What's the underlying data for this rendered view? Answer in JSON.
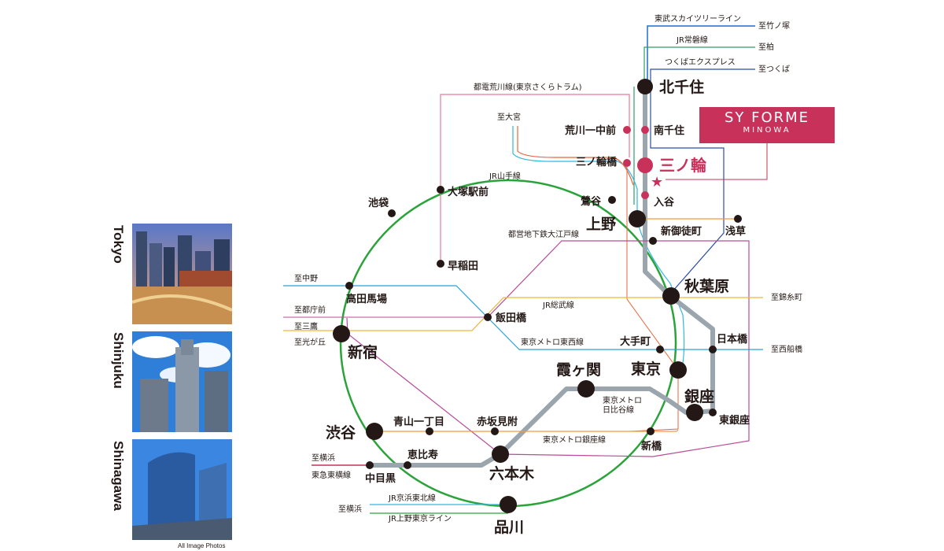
{
  "logo": {
    "brand": "SY FORME",
    "sub": "MINOWA"
  },
  "credit": "All Image Photos",
  "photos": [
    {
      "label": "Tokyo"
    },
    {
      "label": "Shinjuku"
    },
    {
      "label": "Shinagawa"
    }
  ],
  "lines": {
    "tobu": "東武スカイツリーライン",
    "joban": "JR常磐線",
    "tsukuba": "つくばエクスプレス",
    "arakawa": "都電荒川線(東京さくらトラム)",
    "yamanote": "JR山手線",
    "oedo": "都営地下鉄大江戸線",
    "sobu": "JR総武線",
    "tozai": "東京メトロ東西線",
    "hibiya": "東京メトロ\n日比谷線",
    "ginza": "東京メトロ銀座線",
    "toyoko": "東急東横線",
    "keihin": "JR京浜東北線",
    "ueno_tokyo": "JR上野東京ライン"
  },
  "destinations": {
    "takenotsuka": "至竹ノ塚",
    "kashiwa": "至柏",
    "tsukuba": "至つくば",
    "omiya": "至大宮",
    "nakano": "至中野",
    "tochomae": "至都庁前",
    "mitaka": "至三鷹",
    "hikarigaoka": "至光が丘",
    "yokohama1": "至横浜",
    "yokohama2": "至横浜",
    "kinshicho": "至錦糸町",
    "nishifunabashi": "至西船橋"
  },
  "stations": {
    "kitasenju": "北千住",
    "arakawa_itchu": "荒川一中前",
    "minamisenju": "南千住",
    "minowabashi": "三ノ輪橋",
    "minowa": "三ノ輪",
    "iriya": "入谷",
    "uguisudani": "鶯谷",
    "ueno": "上野",
    "asakusa": "浅草",
    "shinokachimachi": "新御徒町",
    "akihabara": "秋葉原",
    "ikebukuro": "池袋",
    "otsuka": "大塚駅前",
    "waseda": "早稲田",
    "takadanobaba": "高田馬場",
    "iidabashi": "飯田橋",
    "shinjuku": "新宿",
    "otemachi": "大手町",
    "nihonbashi": "日本橋",
    "kasumigaseki": "霞ヶ関",
    "tokyo": "東京",
    "ginza": "銀座",
    "higashiginza": "東銀座",
    "aoyama": "青山一丁目",
    "akasaka": "赤坂見附",
    "shibuya": "渋谷",
    "shinbashi": "新橋",
    "roppongi": "六本木",
    "ebisu": "恵比寿",
    "nakameguro": "中目黒",
    "shinagawa": "品川"
  },
  "colors": {
    "yamanote": "#2aa43a",
    "hibiya": "#9aa5ad",
    "tobu": "#1e6fd0",
    "joban": "#2e9e64",
    "tsukuba": "#2a4ea6",
    "arakawa": "#e87a96",
    "oedo": "#b84c9a",
    "sobu": "#f0b43c",
    "tozai": "#2aa0d8",
    "ginza": "#f39b3c",
    "toyoko": "#c8325a",
    "keihin": "#33b6e0",
    "ueno_tokyo": "#e8663c",
    "accent": "#c8325a"
  }
}
